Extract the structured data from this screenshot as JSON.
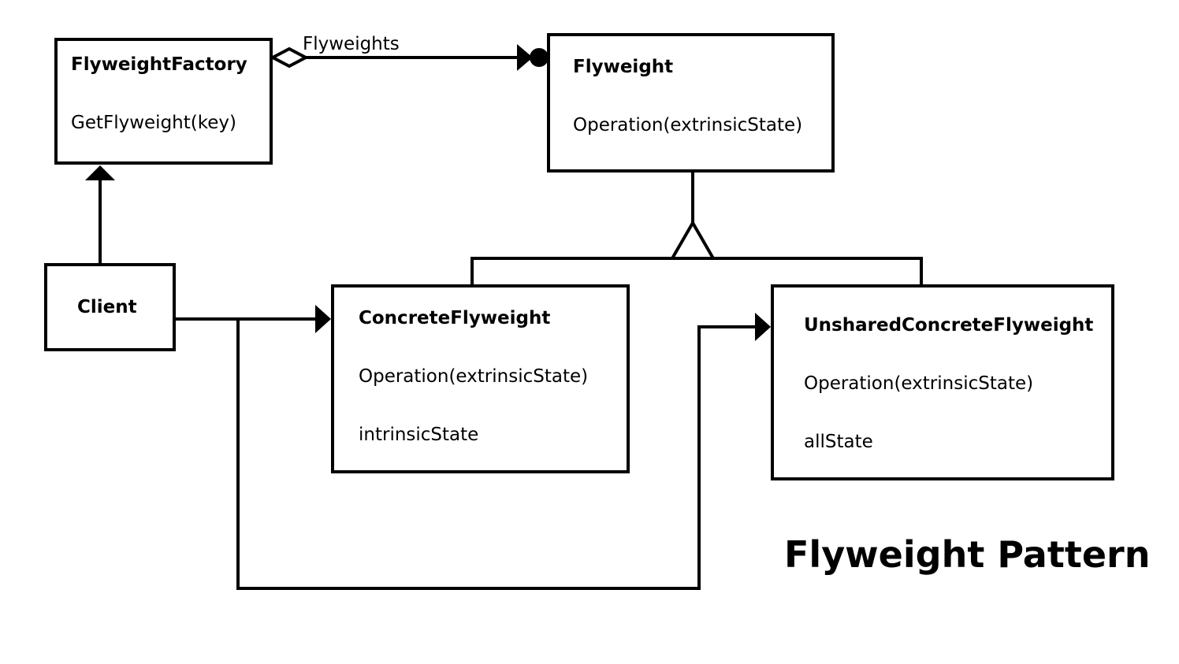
{
  "title": "Flyweight Pattern",
  "association_label": "Flyweights",
  "classes": {
    "flyweight_factory": {
      "name": "FlyweightFactory",
      "members": [
        "GetFlyweight(key)"
      ]
    },
    "flyweight": {
      "name": "Flyweight",
      "members": [
        "Operation(extrinsicState)"
      ]
    },
    "client": {
      "name": "Client",
      "members": []
    },
    "concrete_flyweight": {
      "name": "ConcreteFlyweight",
      "members": [
        "Operation(extrinsicState)",
        "intrinsicState"
      ]
    },
    "unshared_concrete_flyweight": {
      "name": "UnsharedConcreteFlyweight",
      "members": [
        "Operation(extrinsicState)",
        "allState"
      ]
    }
  },
  "colors": {
    "ink": "#000000",
    "background": "#ffffff"
  }
}
